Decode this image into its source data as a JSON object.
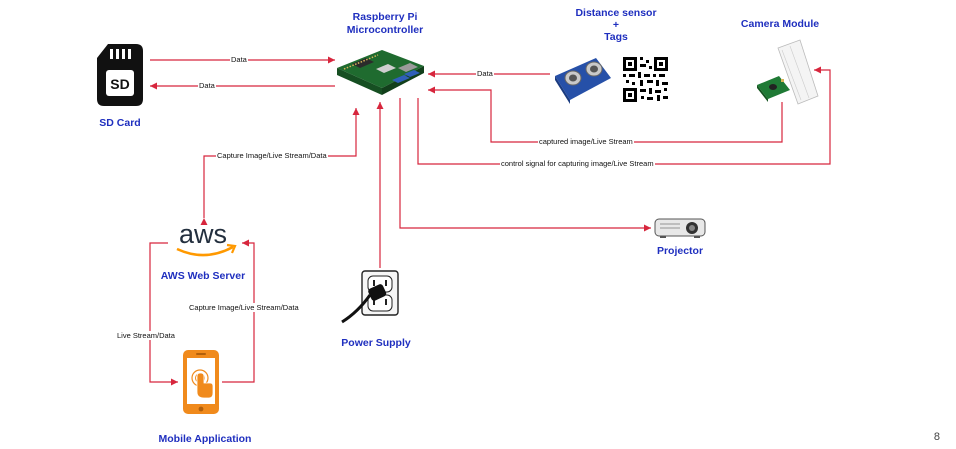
{
  "nodes": {
    "raspberry_pi": "Raspberry Pi\nMicrocontroller",
    "distance_sensor": "Distance sensor\n+\nTags",
    "camera_module": "Camera Module",
    "sd_card": "SD Card",
    "aws": "AWS Web Server",
    "projector": "Projector",
    "power_supply": "Power Supply",
    "mobile_app": "Mobile Application"
  },
  "icons": {
    "sd_card_text": "SD",
    "aws_logo_text": "aws"
  },
  "edges": {
    "pi_to_sd": "Data",
    "sd_to_pi": "Data",
    "sensor_to_pi": "Data",
    "camera_to_pi": "captured image/Live Stream",
    "pi_to_camera": "control signal for capturing image/Live Stream",
    "pi_aws": "Capture Image/Live Stream/Data",
    "aws_to_mobile": "Live Stream/Data",
    "mobile_to_aws": "Capture Image/Live Stream/Data"
  },
  "page_number": "8",
  "colors": {
    "arrow": "#d7263d",
    "label": "#1f2fbf",
    "aws_orange": "#ff9900",
    "mobile_orange": "#f08a1c"
  }
}
